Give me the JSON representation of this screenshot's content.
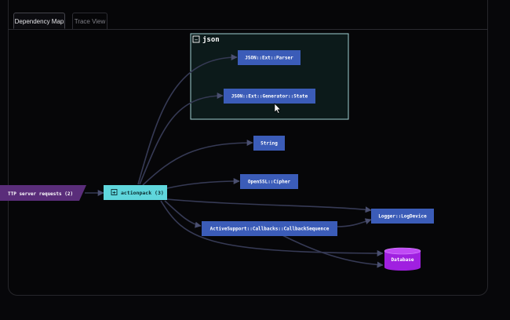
{
  "tabs": {
    "dependency_map": "Dependency Map",
    "trace_view": "Trace View"
  },
  "graph": {
    "source_label": "TTP server requests (2)",
    "root_label": "actionpack (3)",
    "group": {
      "title": "json",
      "toggle": "−"
    },
    "expand_icon": "+",
    "nodes": {
      "json_parser": "JSON::Ext::Parser",
      "json_generator_state": "JSON::Ext::Generator::State",
      "string": "String",
      "openssl_cipher": "OpenSSL::Cipher",
      "logger_logdevice": "Logger::LogDevice",
      "callback_sequence": "ActiveSupport::Callbacks::CallbackSequence",
      "database": "Database"
    }
  },
  "colors": {
    "source_node": "#5a2d7a",
    "root_node": "#5fd6dc",
    "service_node": "#3b5cb8",
    "database_node": "#a020e0",
    "group_border": "#9fd0d2",
    "edge": "#363a55"
  }
}
